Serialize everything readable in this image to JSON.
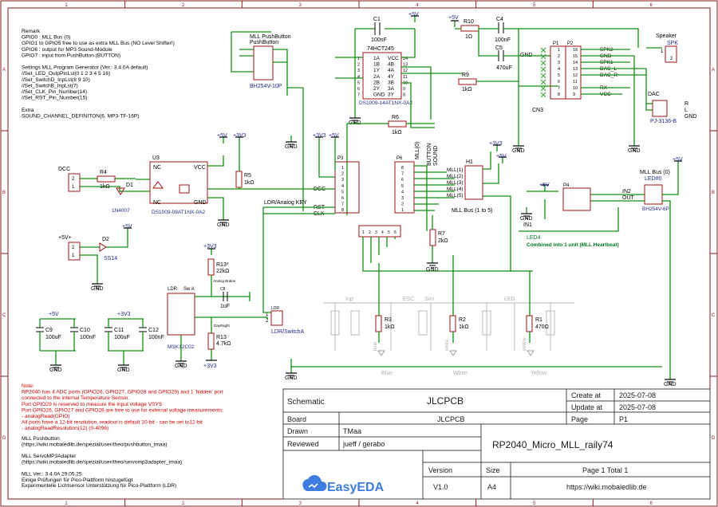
{
  "rulers": {
    "columns": [
      "1",
      "2",
      "3",
      "4",
      "5",
      "6"
    ],
    "rows": [
      "A",
      "B",
      "C",
      "D"
    ]
  },
  "remark": [
    "Remark",
    "GPIO0 : MLL Bus (0)",
    "GPIO1 to GPIO5 free to use as extra MLL Bus (NO Level Shifter!)",
    "GPIO6 : output for MP3 Sound-Module",
    "GPIO7 : input from PushButton (BUTTON)",
    "",
    "Settings MLL Program Generator (Ver.: 3.4.0A default)",
    "//Set_LED_OutpPinLst(0 1 2 3 4 5 16)",
    "//Set_SwitchD_InpLst(8 9 10)",
    "//Set_SwitchB_InpLst(7)",
    "//Set_CLK_Pin_Number(14)",
    "//Set_RST_Pin_Number(15)",
    "",
    "Extra",
    "SOUND_CHANNEL_DEFINITON(6, MP3-TF-16P)"
  ],
  "note_red": [
    "Note:",
    "RP2040 has 4 ADC ports (GPIO26, GPIO27, GPIO28 and GPIO29) and 1 'hidden' port",
    "connected to the internal Temperature Sensor.",
    "Port GPIO29 is reserved to measure the input voltage VSYS",
    "Port GPIO26, GPIO27 and GPIO28 are free to use for external voltage measurements:",
    "- analogRead(GPIO)",
    "All ports have a 12-bit resolution, readout is default 10-bit - can be set to12-bit",
    "- analogReadResolution(12) (0-4096)"
  ],
  "links": [
    "MLL Pushbutton",
    "(https://wiki.mobaledlib.de/spezial/user/theo/pushbutton_tmaa)",
    "",
    "MLL ServoMP3Adapter",
    "(https://wiki.mobaledlib.de/spezial/user/theo/servomp3adapter_tmaa)",
    "",
    "MLL Ver.: 3.4.0A 29.05.25",
    "Einige Prüfungen für Pico-Plattform hinzugefügt",
    "Experimentelle Lichtsensor Unterstützung für Pico-Plattform (LDR)"
  ],
  "components": {
    "mll_pushbutton": {
      "title": "MLL PushButton",
      "sub": "PushButton",
      "part": "BH254V-10P"
    },
    "c1": {
      "ref": "C1",
      "value": "100nF"
    },
    "ic_74hct": {
      "ref": "74HCT245",
      "part": "DS1009-14AT1NX-0A2",
      "pins_l": [
        "1A",
        "1B",
        "1Y",
        "2A",
        "2B",
        "2Y",
        "GND"
      ],
      "pins_r": [
        "VCC",
        "4B",
        "4A",
        "4Y",
        "3B",
        "3A",
        "3Y"
      ]
    },
    "r10": {
      "ref": "R10",
      "value": "1Ω"
    },
    "c4": {
      "ref": "C4",
      "value": "100nF"
    },
    "c5": {
      "ref": "C5",
      "value": "470uF"
    },
    "r9": {
      "ref": "R9",
      "value": "1kΩ"
    },
    "cn3": {
      "ref": "CN3",
      "p1": "P1",
      "p2": "P2",
      "signals": [
        "SPK2",
        "GND",
        "SPK1",
        "DAC_L",
        "DAC_R",
        "",
        "RX",
        "VCC"
      ]
    },
    "speaker": {
      "title": "Speaker",
      "ref": "SPK"
    },
    "dac": {
      "title": "DAC",
      "part": "PJ-3136-B",
      "pins": [
        "R",
        "L",
        "GND"
      ]
    },
    "r6": {
      "ref": "R6",
      "value": "1kΩ"
    },
    "u3": {
      "ref": "U3",
      "part": "DS1009-08AT1NX-0A2",
      "pins": [
        "NC",
        "VCC",
        "NC",
        "GND"
      ]
    },
    "dcc": {
      "label": "DCC"
    },
    "r4": {
      "ref": "R4",
      "value": "1kΩ"
    },
    "d1": {
      "ref": "D1",
      "part": "1N4007"
    },
    "r5": {
      "ref": "R5",
      "value": "1kΩ"
    },
    "p3": {
      "ref": "P3",
      "labels": [
        "DCC",
        "RST",
        "CLK"
      ]
    },
    "p6": {
      "ref": "P6",
      "labels": [
        "MLL(0)",
        "BUTTON",
        "SOUND"
      ]
    },
    "h1": {
      "ref": "H1",
      "caption": "MLL Bus (1 to 5)",
      "pins": [
        "MLL(1)",
        "MLL(2)",
        "MLL(3)",
        "MLL(4)",
        "MLL(5)"
      ]
    },
    "mll_bus0": {
      "title": "MLL Bus (0)",
      "sub": "LED#0",
      "part": "BH254V-6P",
      "pins": [
        "IN2",
        "OUT",
        "IN1"
      ]
    },
    "p4": {
      "ref": "P4"
    },
    "d2": {
      "ref": "D2",
      "part": "SS14",
      "label": "+5V+"
    },
    "ldr_net": {
      "label": "LDR/Analog KEY"
    },
    "r7": {
      "ref": "R7",
      "value": "2kΩ"
    },
    "r13star": {
      "ref": "R13*",
      "value": "22kΩ"
    },
    "ldr_sw": {
      "ref": "LDR",
      "caption": "LDR/SwitchA"
    },
    "msk": {
      "ref": "LDR",
      "part": "MSK12C02",
      "sub": "Sw A",
      "label_ab": "Analog Button",
      "label_dn": "Day/Night"
    },
    "c8": {
      "ref": "C8",
      "value": "1uF"
    },
    "r13": {
      "ref": "R13",
      "value": "4.7kΩ"
    },
    "caps": [
      {
        "ref": "C9",
        "value": "100uF",
        "net": "+5V"
      },
      {
        "ref": "C10",
        "value": "100nF",
        "net": ""
      },
      {
        "ref": "C11",
        "value": "100uF",
        "net": "+3V3"
      },
      {
        "ref": "C12",
        "value": "100nF",
        "net": ""
      }
    ],
    "r3": {
      "ref": "R3",
      "value": "1kΩ"
    },
    "r2": {
      "ref": "R2",
      "value": "1kΩ"
    },
    "r1": {
      "ref": "R1",
      "value": "470Ω"
    },
    "led4": {
      "ref": "LED4",
      "caption": "Combined into 1 unit (MLL Heartbeat)"
    },
    "ghost": {
      "top": [
        "Inp",
        "ESC",
        "Sim",
        "LED"
      ],
      "leds": [
        "Blue",
        "White",
        "Yellow"
      ],
      "led_inner": [
        "blue",
        "white",
        "yellow"
      ]
    }
  },
  "power": {
    "p5v": "+5V",
    "p3v3": "+3V3",
    "gnd": "GND"
  },
  "title_block": {
    "schematic_label": "Schematic",
    "schematic_value": "JLCPCB",
    "board_label": "Board",
    "board_value": "JLCPCB",
    "create_label": "Create at",
    "create_value": "2025-07-08",
    "update_label": "Update at",
    "update_value": "2025-07-08",
    "page_label": "Page",
    "page_value": "P1",
    "drawn_label": "Drawn",
    "drawn_value": "TMaa",
    "reviewed_label": "Reviewed",
    "reviewed_value": "jueff / gerabo",
    "project": "RP2040_Micro_MLL_raily74",
    "version_label": "Version",
    "version_value": "V1.0",
    "size_label": "Size",
    "size_value": "A4",
    "page_total": "Page  1  Total  1",
    "url": "https://wiki.mobaledlib.de",
    "logo": "EasyEDA"
  }
}
